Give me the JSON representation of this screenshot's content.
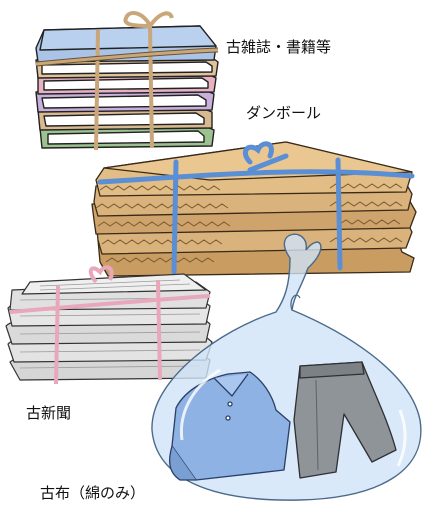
{
  "labels": {
    "magazines_books": "古雑誌・書籍等",
    "cardboard": "ダンボール",
    "newspapers": "古新聞",
    "cloth": "古布（綿のみ）"
  },
  "colors": {
    "book_blue": "#a9c4e6",
    "book_pink": "#e7b3c3",
    "book_purple": "#c9b0dc",
    "book_green": "#9cc28f",
    "book_tan": "#d9b98f",
    "string_tan": "#c9a77a",
    "cardboard": "#d9b27c",
    "cardboard_dark": "#b88a52",
    "band_blue": "#5a8fd6",
    "newspaper": "#e3e3e3",
    "string_pink": "#e8a7bb",
    "bag": "#cfe3f7",
    "shirt_blue": "#8eb2e3",
    "pants_gray": "#8f9499"
  }
}
